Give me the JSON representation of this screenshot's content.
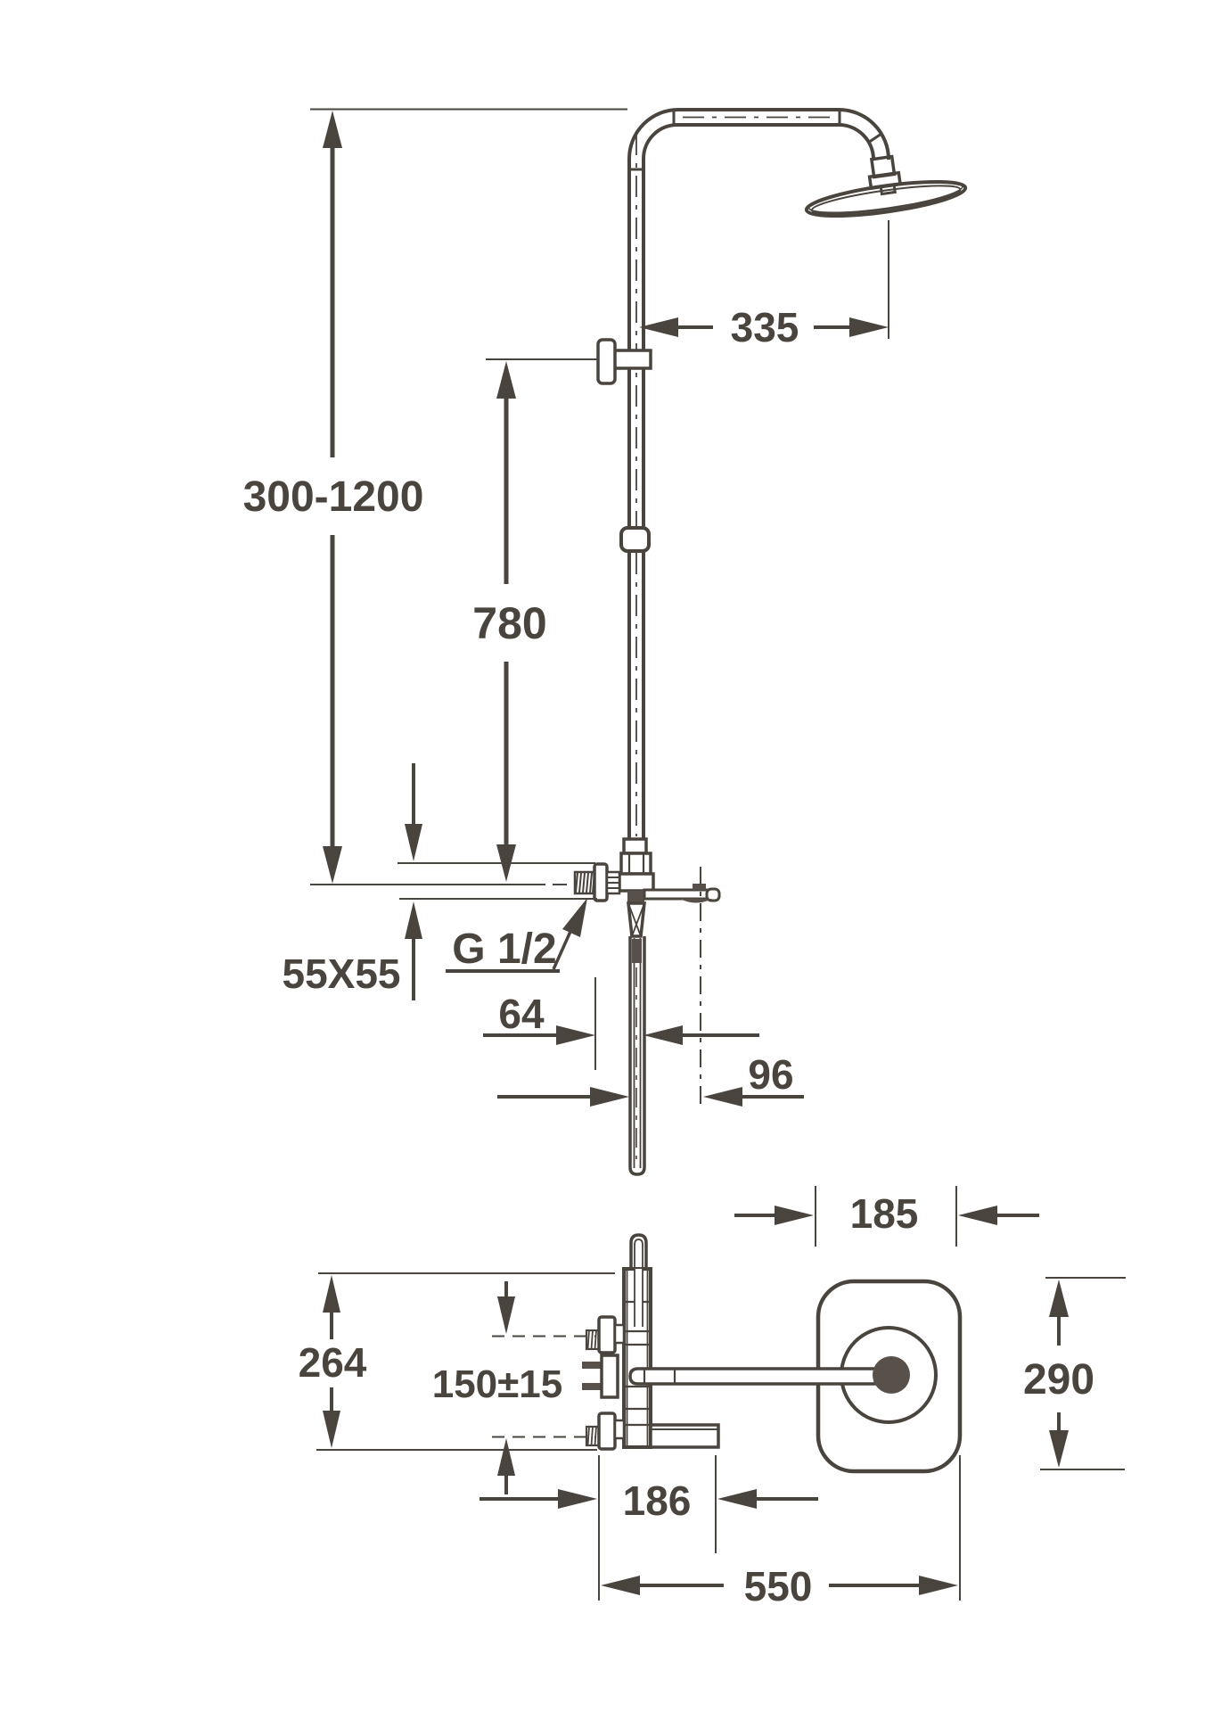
{
  "drawing": {
    "type": "technical-dimension-drawing",
    "subject": "shower-column-with-mixer",
    "background": "#ffffff",
    "line_color": "#4a443f",
    "dark_fill": "#57504b",
    "dimensions": {
      "height_range": "300-1200",
      "head_offset": "335",
      "slider_height": "780",
      "escutcheon_size": "55X55",
      "thread_size": "G 1/2",
      "valve_offset": "64",
      "dish_offset": "96",
      "plate_width": "185",
      "body_height": "264",
      "inlet_spacing": "150±15",
      "plate_height": "290",
      "spout_reach": "186",
      "total_reach": "550"
    }
  }
}
